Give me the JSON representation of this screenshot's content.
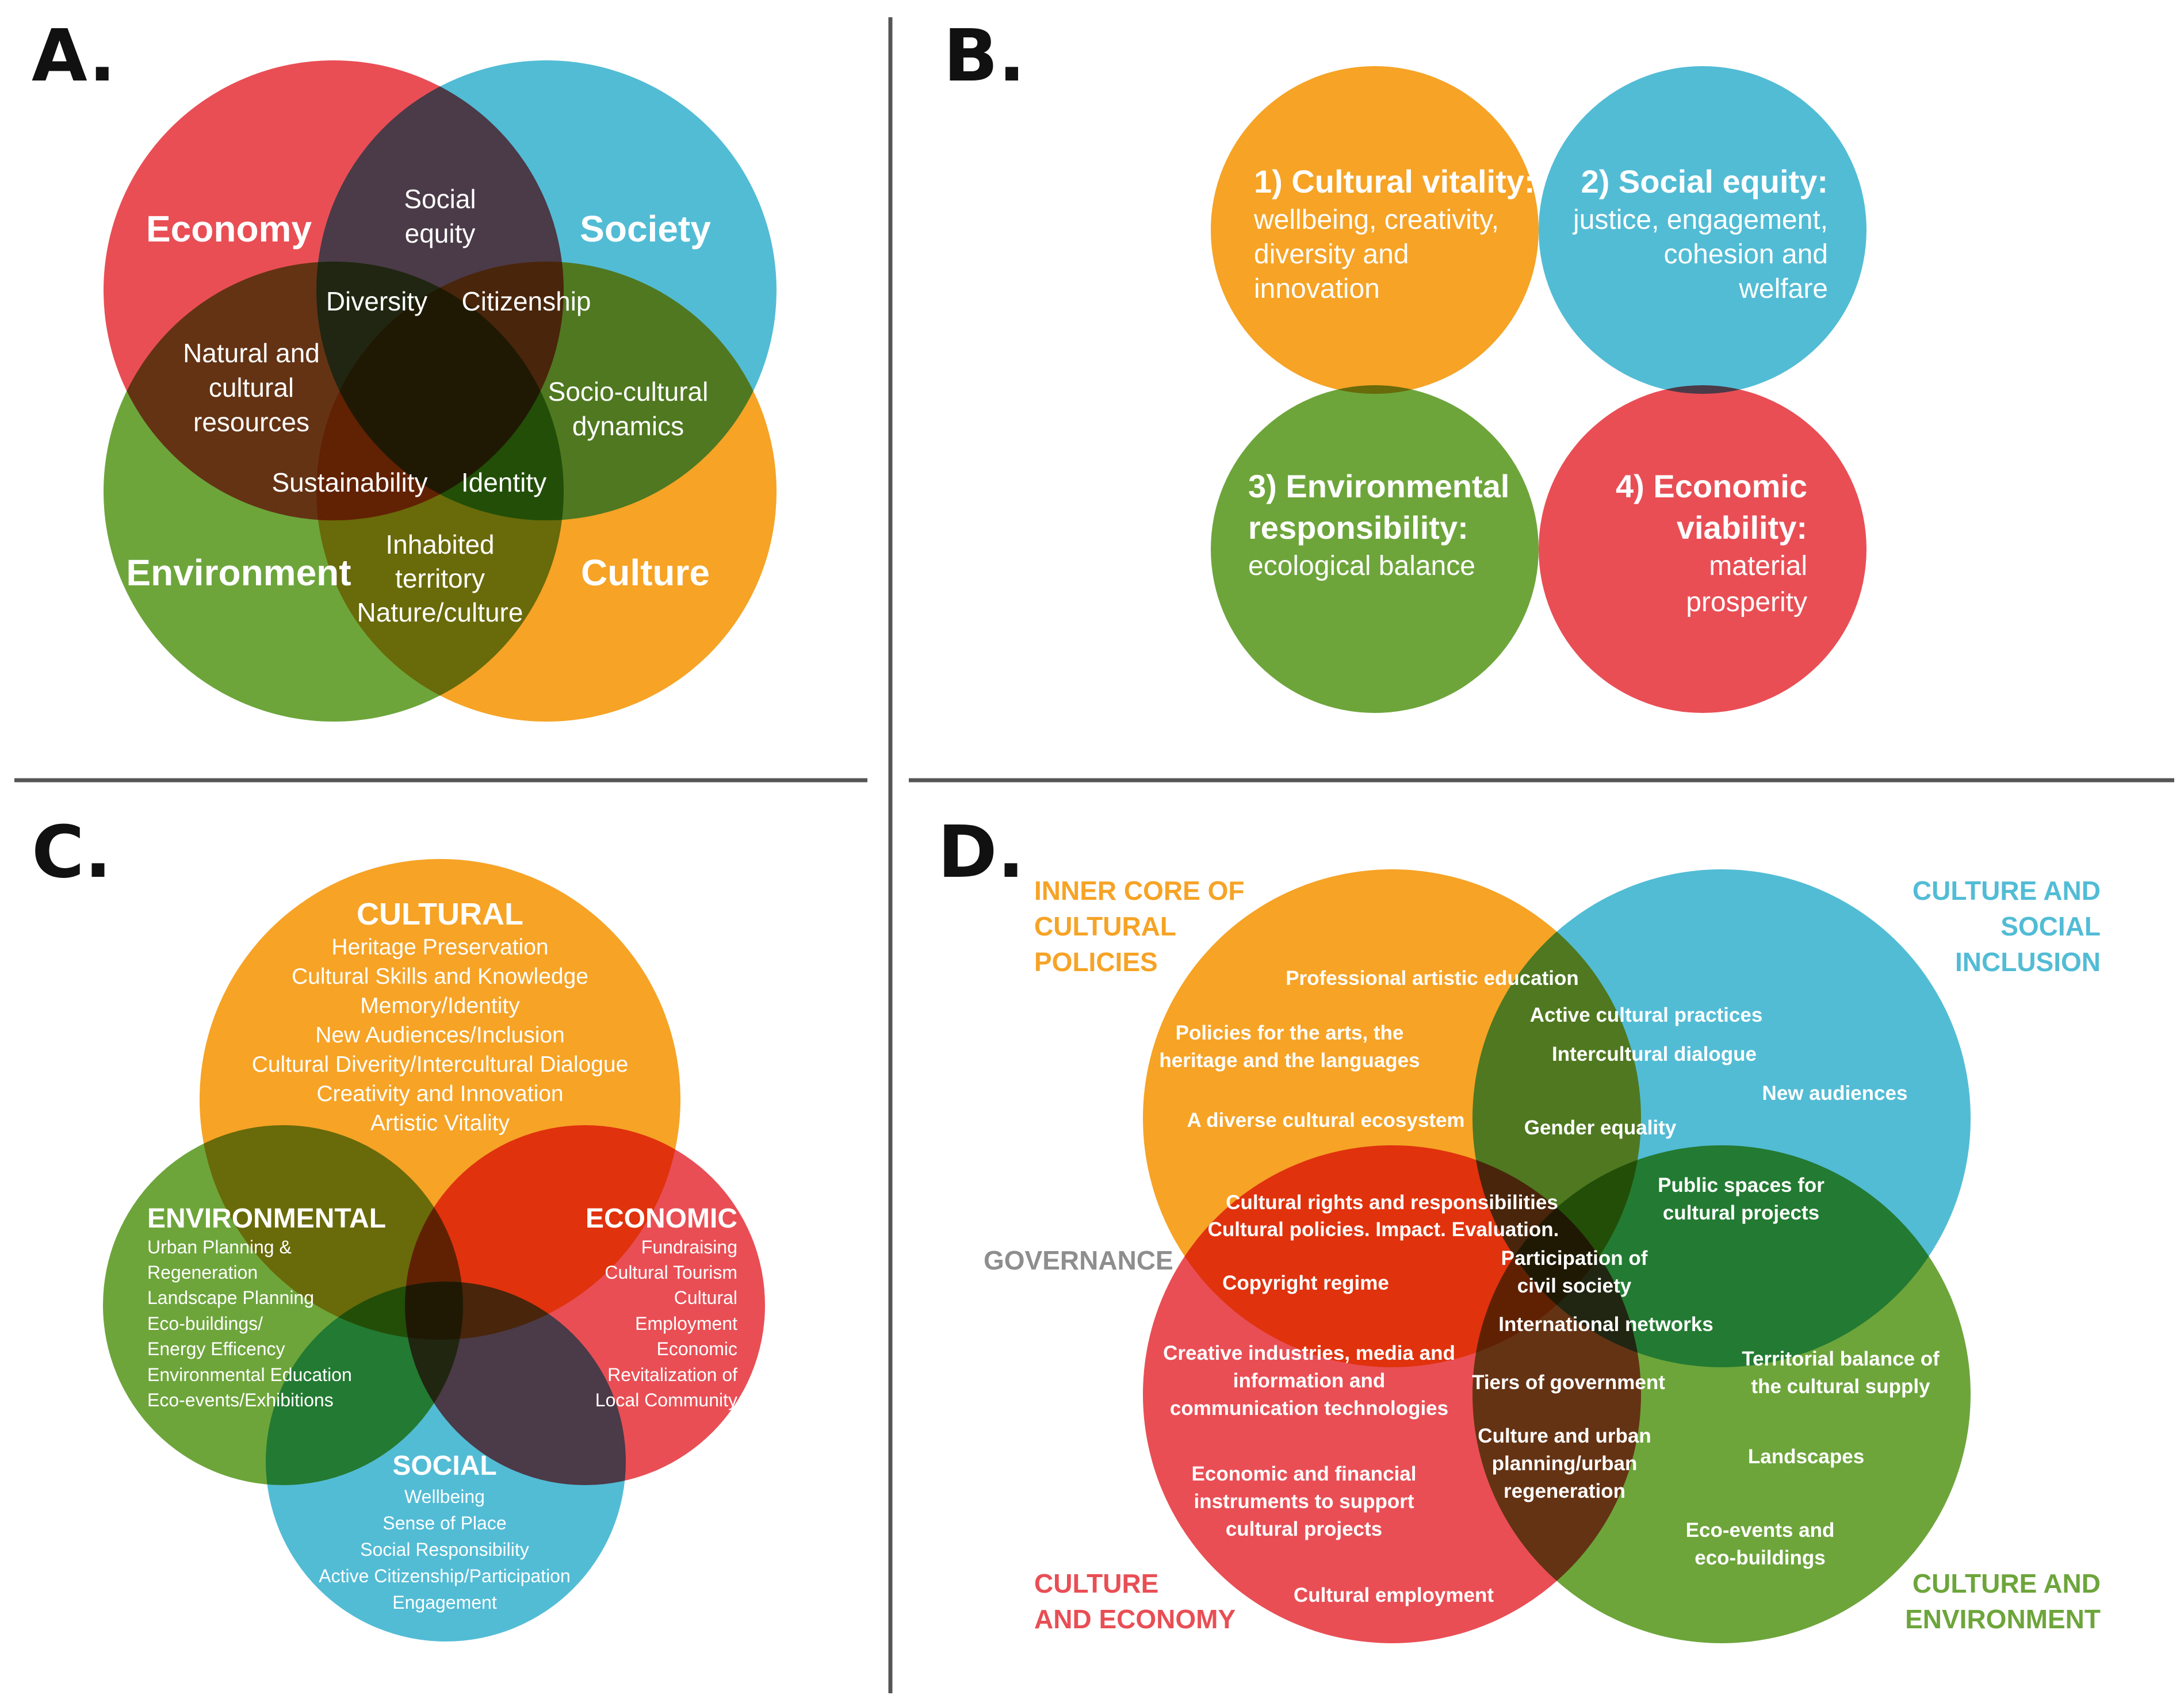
{
  "colors": {
    "red": "#e94e55",
    "blue": "#52bcd5",
    "green": "#6da53b",
    "orange": "#f6a326",
    "divider": "#555555",
    "gray_text": "#8e8e8e"
  },
  "panel_a": {
    "letter": "A.",
    "circles": {
      "economy": "Economy",
      "society": "Society",
      "environment": "Environment",
      "culture": "Culture"
    },
    "labels": {
      "social": "Social",
      "equity": "equity",
      "diversity": "Diversity",
      "citizenship": "Citizenship",
      "natural_and": "Natural and",
      "cultural": "cultural",
      "resources": "resources",
      "socio_cultural": "Socio-cultural",
      "dynamics": "dynamics",
      "sustainability": "Sustainability",
      "identity": "Identity",
      "inhabited": "Inhabited",
      "territory": "territory",
      "nature_culture": "Nature/culture"
    }
  },
  "panel_b": {
    "letter": "B.",
    "cultural": {
      "head": "1) Cultural vitality:",
      "lines": [
        "wellbeing, creativity,",
        "diversity and",
        "innovation"
      ]
    },
    "social": {
      "head": "2) Social equity:",
      "lines": [
        "justice, engagement,",
        "cohesion and",
        "welfare"
      ]
    },
    "environmental": {
      "head": [
        "3) Environmental",
        "responsibility:"
      ],
      "lines": [
        "ecological balance"
      ]
    },
    "economic": {
      "head": [
        "4) Economic",
        "viability:"
      ],
      "lines": [
        "material",
        "prosperity"
      ]
    }
  },
  "panel_c": {
    "letter": "C.",
    "cultural": {
      "title": "CULTURAL",
      "items": [
        "Heritage Preservation",
        "Cultural Skills and Knowledge",
        "Memory/Identity",
        "New Audiences/Inclusion",
        "Cultural Diverity/Intercultural Dialogue",
        "Creativity and Innovation",
        "Artistic Vitality"
      ]
    },
    "environmental": {
      "title": "ENVIRONMENTAL",
      "items": [
        "Urban Planning &",
        "Regeneration",
        "Landscape Planning",
        "Eco-buildings/",
        "Energy Efficency",
        "Environmental Education",
        "Eco-events/Exhibitions"
      ]
    },
    "economic": {
      "title": "ECONOMIC",
      "items": [
        "Fundraising",
        "Cultural Tourism",
        "Cultural",
        "Employment",
        "Economic",
        "Revitalization of",
        "Local Community"
      ]
    },
    "social": {
      "title": "SOCIAL",
      "items": [
        "Wellbeing",
        "Sense of Place",
        "Social Responsibility",
        "Active Citizenship/Participation",
        "Engagement"
      ]
    }
  },
  "panel_d": {
    "letter": "D.",
    "corners": {
      "inner_core": [
        "INNER CORE OF",
        "CULTURAL",
        "POLICIES"
      ],
      "social_inclusion": [
        "CULTURE AND",
        "SOCIAL",
        "INCLUSION"
      ],
      "governance": "GOVERNANCE",
      "economy": [
        "CULTURE",
        "AND ECONOMY"
      ],
      "environment": [
        "CULTURE AND",
        "ENVIRONMENT"
      ]
    },
    "items": {
      "professional_artistic_education": "Professional artistic education",
      "active_cultural_practices": "Active cultural practices",
      "policies_arts_1": "Policies for the arts, the",
      "policies_arts_2": "heritage and the languages",
      "intercultural_dialogue": "Intercultural dialogue",
      "new_audiences": "New audiences",
      "diverse_ecosystem": "A diverse cultural ecosystem",
      "gender_equality": "Gender equality",
      "cultural_rights": "Cultural rights and responsibilities",
      "cultural_policies_impact": "Cultural policies. Impact. Evaluation.",
      "public_spaces_1": "Public spaces for",
      "public_spaces_2": "cultural projects",
      "copyright": "Copyright regime",
      "participation_1": "Participation of",
      "participation_2": "civil society",
      "international_networks": "International networks",
      "creative_industries_1": "Creative industries, media and",
      "creative_industries_2": "information and",
      "creative_industries_3": "communication technologies",
      "territorial_balance_1": "Territorial balance of",
      "territorial_balance_2": "the cultural supply",
      "tiers_of_government": "Tiers of government",
      "urban_planning_1": "Culture and urban",
      "urban_planning_2": "planning/urban",
      "urban_planning_3": "regeneration",
      "landscapes": "Landscapes",
      "economic_instruments_1": "Economic and financial",
      "economic_instruments_2": "instruments to support",
      "economic_instruments_3": "cultural projects",
      "eco_events_1": "Eco-events and",
      "eco_events_2": "eco-buildings",
      "cultural_employment": "Cultural employment"
    }
  }
}
